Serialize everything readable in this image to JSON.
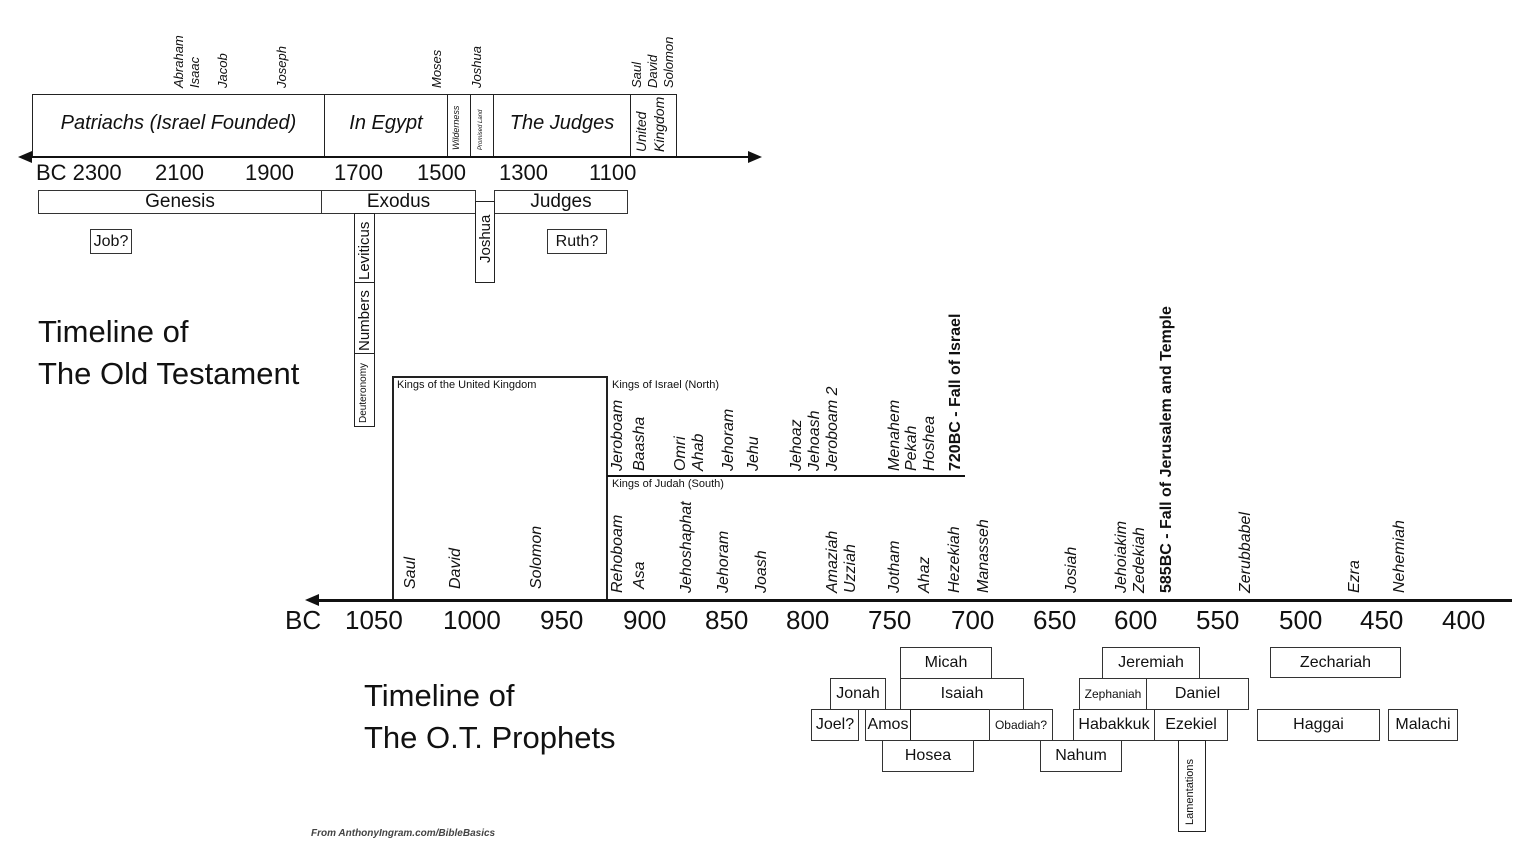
{
  "titles": {
    "ot_line1": "Timeline of",
    "ot_line2": "The Old Testament",
    "pr_line1": "Timeline of",
    "pr_line2": "The O.T. Prophets"
  },
  "credit": "From AnthonyIngram.com/BibleBasics",
  "top": {
    "people": [
      "Abraham",
      "Isaac",
      "Jacob",
      "Joseph",
      "Moses",
      "Joshua",
      "Saul",
      "David",
      "Solomon"
    ],
    "eras": {
      "patriarchs": "Patriachs (Israel Founded)",
      "egypt": "In Egypt",
      "wilderness": "Wilderness",
      "promised": "Promised Land",
      "judges": "The Judges",
      "united1": "United",
      "united2": "Kingdom"
    },
    "ticks": [
      "BC 2300",
      "2100",
      "1900",
      "1700",
      "1500",
      "1300",
      "1100"
    ],
    "books": {
      "genesis": "Genesis",
      "exodus": "Exodus",
      "judges": "Judges",
      "job": "Job?",
      "ruth": "Ruth?",
      "leviticus": "Leviticus",
      "numbers": "Numbers",
      "deuteronomy": "Deuteronomy",
      "joshua": "Joshua"
    }
  },
  "kings": {
    "united_label": "Kings of the United Kingdom",
    "israel_label": "Kings of Israel (North)",
    "judah_label": "Kings of Judah (South)",
    "united": [
      "Saul",
      "David",
      "Solomon"
    ],
    "israel": [
      "Jeroboam",
      "Baasha",
      "Omri",
      "Ahab",
      "Jehoram",
      "Jehu",
      "Jehoaz",
      "Jehoash",
      "Jeroboam 2",
      "Menahem",
      "Pekah",
      "Hoshea"
    ],
    "fall_israel": "720BC - Fall of Israel",
    "judah": [
      "Rehoboam",
      "Asa",
      "Jehoshaphat",
      "Jehoram",
      "Joash",
      "Amaziah",
      "Uzziah",
      "Jotham",
      "Ahaz",
      "Hezekiah",
      "Manasseh",
      "Josiah",
      "Jehoiakim",
      "Zedekiah"
    ],
    "fall_jerusalem": "585BC - Fall of Jerusalem and Temple",
    "later": [
      "Zerubbabel",
      "Ezra",
      "Nehemiah"
    ]
  },
  "bottom_ticks": [
    "BC",
    "1050",
    "1000",
    "950",
    "900",
    "850",
    "800",
    "750",
    "700",
    "650",
    "600",
    "550",
    "500",
    "450",
    "400"
  ],
  "prophets": {
    "micah": "Micah",
    "jonah": "Jonah",
    "isaiah": "Isaiah",
    "joel": "Joel?",
    "amos": "Amos",
    "hosea": "Hosea",
    "obadiah": "Obadiah?",
    "nahum": "Nahum",
    "jeremiah": "Jeremiah",
    "zephaniah": "Zephaniah",
    "daniel": "Daniel",
    "habakkuk": "Habakkuk",
    "ezekiel": "Ezekiel",
    "lamentations": "Lamentations",
    "zechariah": "Zechariah",
    "haggai": "Haggai",
    "malachi": "Malachi"
  }
}
